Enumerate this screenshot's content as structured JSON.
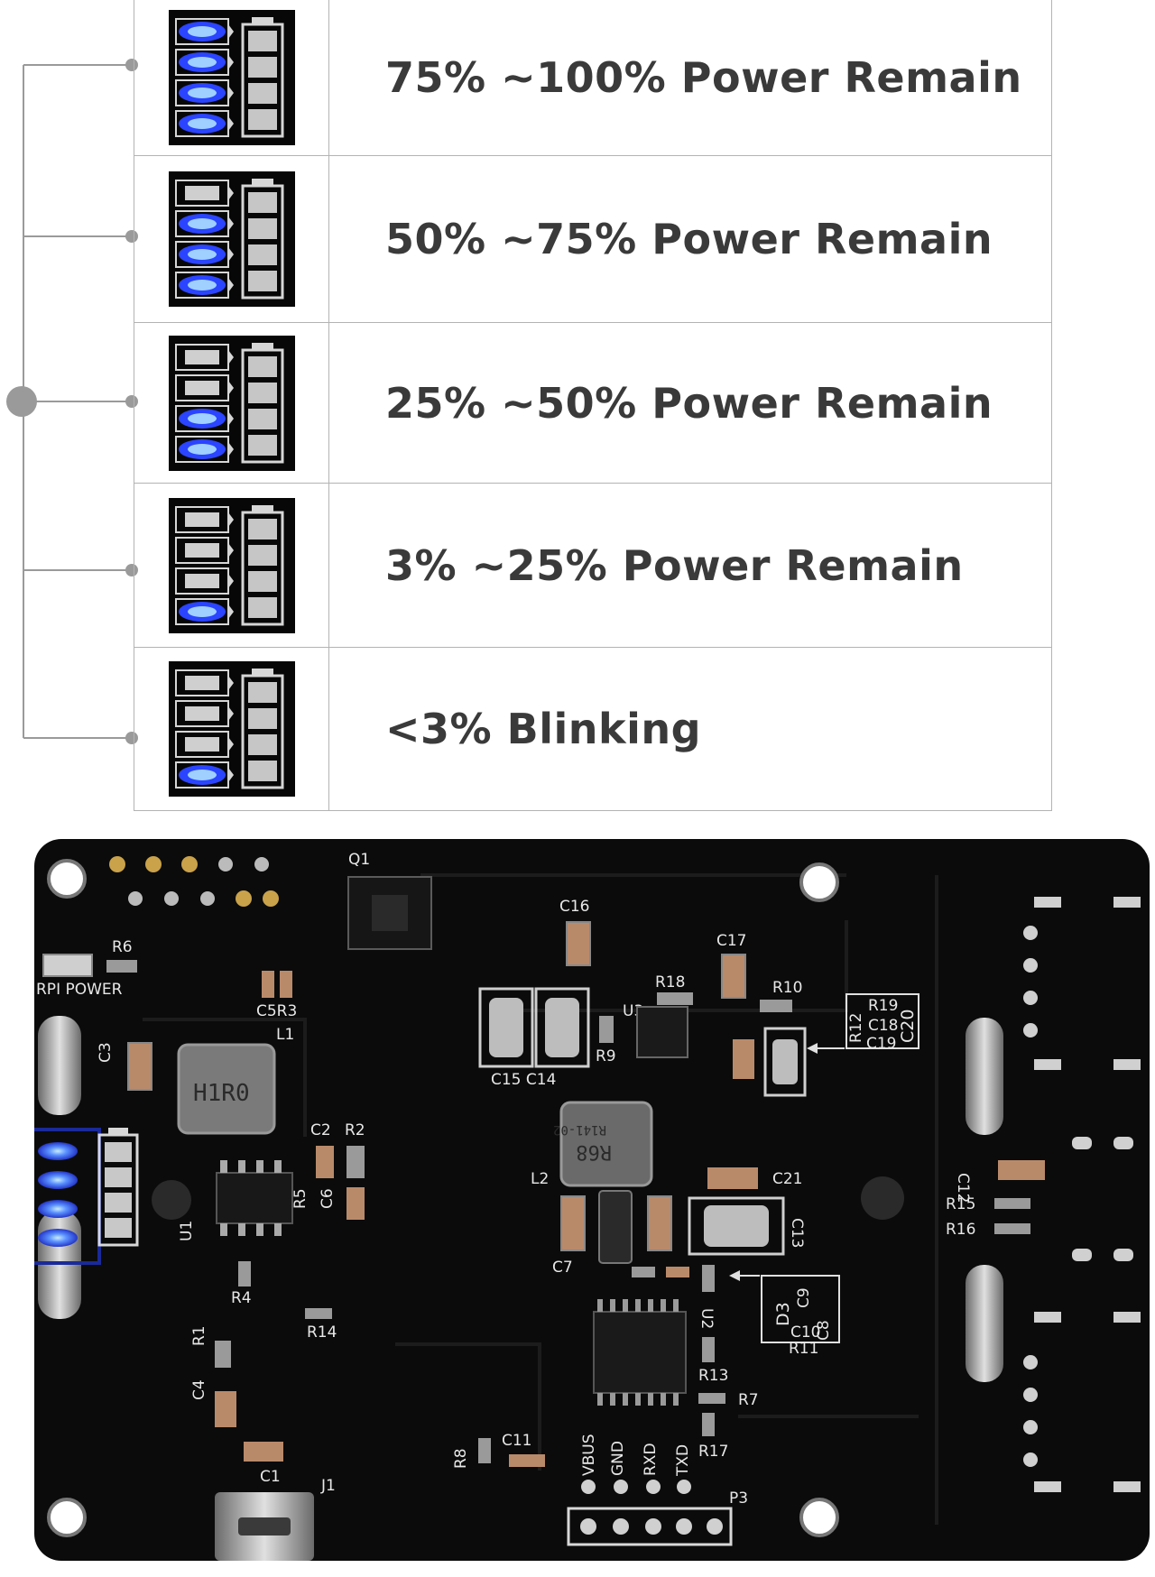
{
  "legend": {
    "rows": [
      {
        "label": "75% ~100% Power Remain",
        "leds_on": 4
      },
      {
        "label": "50% ~75% Power Remain",
        "leds_on": 3
      },
      {
        "label": "25% ~50% Power Remain",
        "leds_on": 2
      },
      {
        "label": "3% ~25% Power Remain",
        "leds_on": 1
      },
      {
        "label": "<3% Blinking",
        "leds_on": 1
      }
    ]
  },
  "board": {
    "silkscreen": {
      "q1": "Q1",
      "r6": "R6",
      "rpi_power": "RPI POWER",
      "c5r3": "C5R3",
      "l1": "L1",
      "c3": "C3",
      "inductor_l1": "H1R0",
      "c2": "C2",
      "r2": "R2",
      "r5": "R5",
      "c6": "C6",
      "u1": "U1",
      "r4": "R4",
      "r14": "R14",
      "r1": "R1",
      "c4": "C4",
      "c1": "C1",
      "j1": "J1",
      "c16": "C16",
      "c17": "C17",
      "r18": "R18",
      "u3": "U3",
      "r10": "R10",
      "r9": "R9",
      "c15c14": "C15 C14",
      "r12": "R12",
      "r19": "R19",
      "c18": "C18",
      "c19": "C19",
      "c20": "C20",
      "l2": "L2",
      "inductor_l2": "R68",
      "inductor_l2_sub": "R141-02",
      "c21": "C21",
      "c13": "C13",
      "c12": "C12",
      "r15": "R15",
      "r16": "R16",
      "c7": "C7",
      "u2": "U2",
      "d3": "D3",
      "c9": "C9",
      "c10": "C10",
      "r11": "R11",
      "c8": "C8",
      "r13": "R13",
      "r7": "R7",
      "r17": "R17",
      "r8": "R8",
      "c11": "C11",
      "p3": "P3",
      "vbus": "VBUS",
      "gnd": "GND",
      "rxd": "RXD",
      "txd": "TXD"
    }
  },
  "colors": {
    "led_on": "#2e56ff",
    "led_glow": "#9fd0ff",
    "pcb": "#0a0a0a",
    "highlight_box": "#1a2a9a"
  }
}
